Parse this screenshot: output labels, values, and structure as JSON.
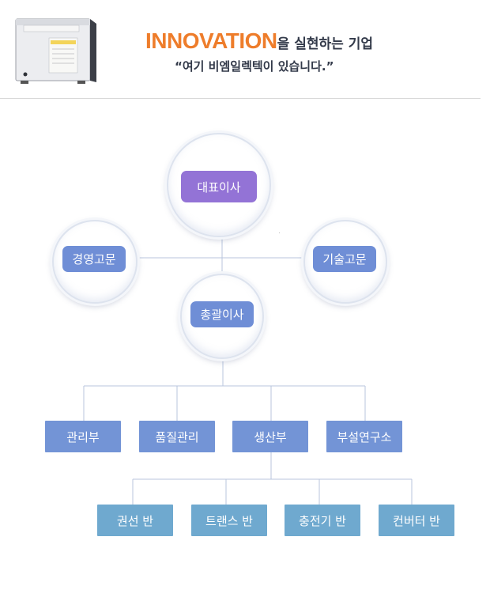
{
  "header": {
    "slogan_highlight": "INNOVATION",
    "slogan_particle": "을",
    "slogan_rest": "실현하는 기업",
    "quote": "“여기 비엠일렉텍이 있습니다.”"
  },
  "colors": {
    "accent_orange": "#ee7d2b",
    "ceo_pill": "#9373d6",
    "executive_pill": "#6f8ed6",
    "department_box": "#7394d6",
    "team_box": "#6fa9cf",
    "connector_line": "#b8c6de"
  },
  "org": {
    "ceo": "대표이사",
    "management_advisor": "경영고문",
    "technical_advisor": "기술고문",
    "general_director": "총괄이사",
    "departments": [
      "관리부",
      "품질관리",
      "생산부",
      "부설연구소"
    ],
    "production_teams": [
      "권선 반",
      "트랜스 반",
      "충전기 반",
      "컨버터 반"
    ]
  }
}
